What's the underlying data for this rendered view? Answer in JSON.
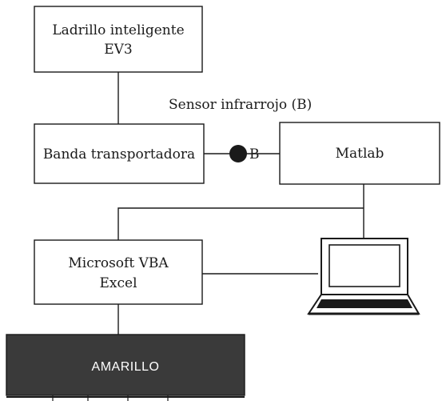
{
  "nodes": {
    "ev3": {
      "line1": "Ladrillo inteligente",
      "line2": "EV3"
    },
    "banda": {
      "label": "Banda transportadora"
    },
    "matlab": {
      "label": "Matlab"
    },
    "vba": {
      "line1": "Microsoft VBA",
      "line2": "Excel"
    },
    "amarillo": {
      "label": "AMARILLO"
    }
  },
  "sensor": {
    "label": "Sensor infrarrojo (B)",
    "marker": "B"
  },
  "colors": {
    "line": "#1a1a1a",
    "amarillo_fill": "#3a3a3a",
    "amarillo_text": "#ffffff"
  }
}
